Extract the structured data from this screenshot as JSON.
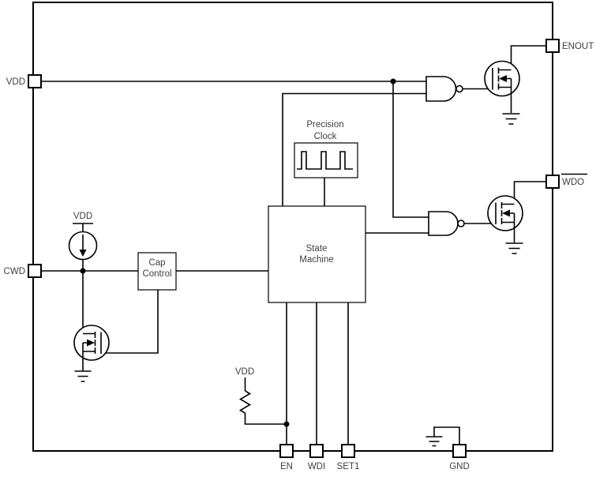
{
  "diagram": {
    "type": "circuit-block-diagram",
    "colors": {
      "background": "#ffffff",
      "lines": "#000000",
      "text": "#404040"
    },
    "pins": {
      "vdd": "VDD",
      "cwd": "CWD",
      "en": "EN",
      "wdi": "WDI",
      "set1": "SET1",
      "gnd": "GND",
      "enout": "ENOUT",
      "wdo": "WDO"
    },
    "pin_styles": {
      "wdo_overline": true
    },
    "blocks": {
      "precision_clock": {
        "line1": "Precision",
        "line2": "Clock"
      },
      "state_machine": {
        "line1": "State",
        "line2": "Machine"
      },
      "cap_control": {
        "line1": "Cap",
        "line2": "Control"
      }
    },
    "net_labels": {
      "current_source_vdd": "VDD",
      "pullup_vdd": "VDD"
    },
    "symbols": [
      "nand-gate",
      "nmos-transistor",
      "current-source",
      "resistor",
      "ground",
      "clock-waveform",
      "junction-dot"
    ]
  }
}
